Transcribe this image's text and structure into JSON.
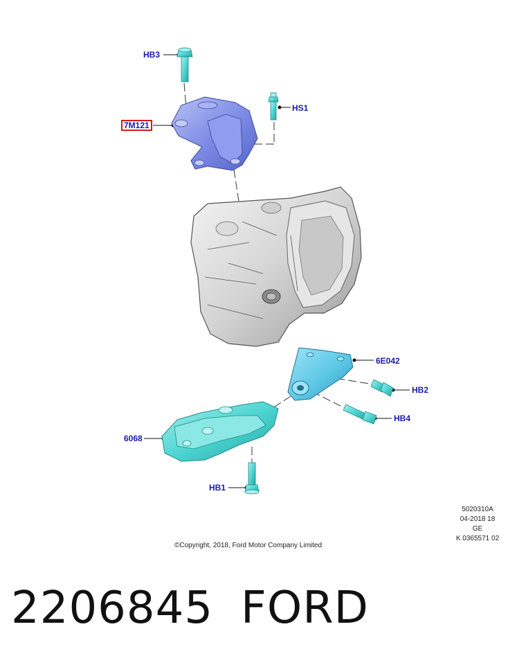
{
  "callouts": {
    "hb3": "HB3",
    "hs1": "HS1",
    "m7m121": "7M121",
    "e6e042": "6E042",
    "hb2": "HB2",
    "hb4": "HB4",
    "p6068": "6068",
    "hb1": "HB1"
  },
  "meta": {
    "line1": "5020310A",
    "line2": "04-2018 18",
    "line3": "GE",
    "line4": "K 0365571 02"
  },
  "copyright": "©Copyright, 2018, Ford Motor Company Limited",
  "part_number": "2206845",
  "brand": "FORD",
  "colors": {
    "callout_text": "#1a1ab0",
    "highlight_border": "#d41a1a",
    "mount_blue": "#7f8de6",
    "bolt_cyan": "#4fd6d2",
    "bracket_cyan": "#5cc8e6",
    "housing_gray": "#d6d6d6"
  }
}
